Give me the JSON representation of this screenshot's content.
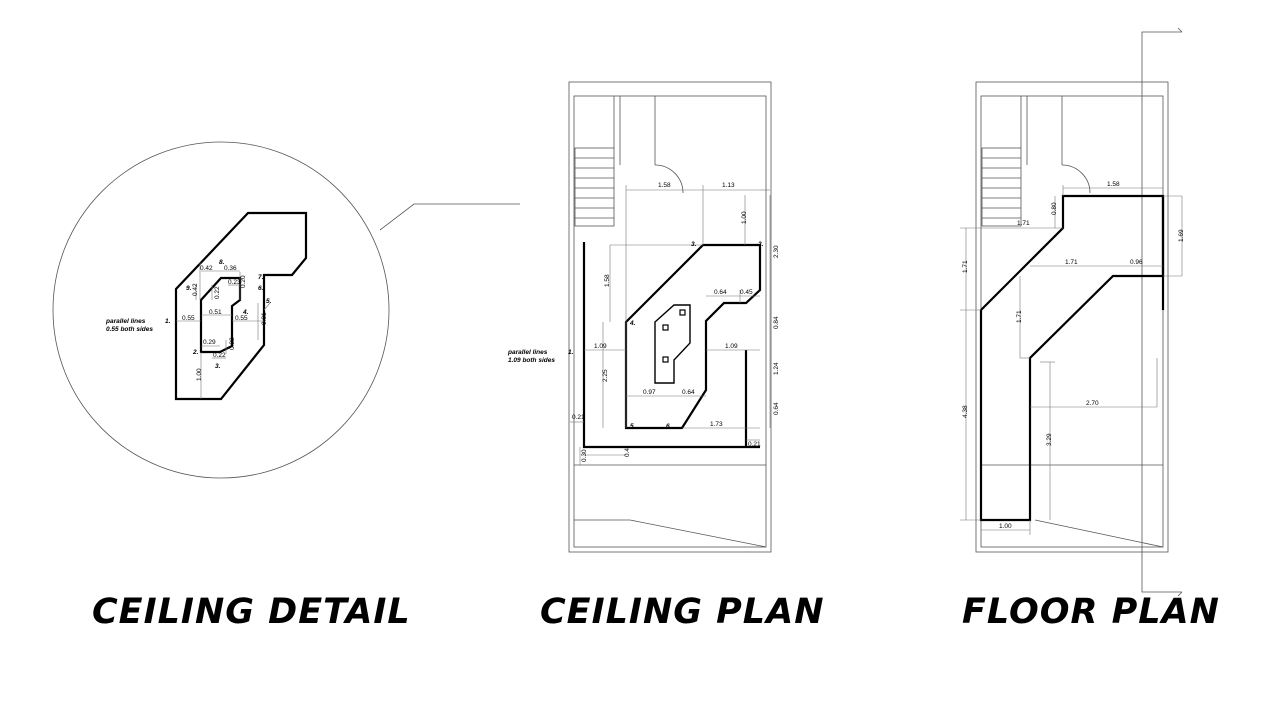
{
  "panels": {
    "ceiling_detail": {
      "caption": "CEILING DETAIL",
      "note_line1": "parallel lines",
      "note_line2": "0.55 both sides",
      "dims": {
        "d042": "0.42",
        "d036": "0.36",
        "d023": "0.23",
        "d020": "0.20",
        "d022a": "0.22",
        "d051": "0.51",
        "d055a": "0.55",
        "d055b": "0.55",
        "d081": "0.81",
        "d029": "0.29",
        "d022b": "0.22",
        "d022c": "0.22",
        "d100": "1.00",
        "d042v": "0.42"
      },
      "numbers": {
        "n1": "1.",
        "n2": "2.",
        "n3": "3.",
        "n4": "4.",
        "n5": "5.",
        "n6": "6.",
        "n7": "7.",
        "n8": "8.",
        "n9": "9."
      }
    },
    "ceiling_plan": {
      "caption": "CEILING PLAN",
      "note_line1": "parallel lines",
      "note_line2": "1.09 both sides",
      "dims": {
        "d158h": "1.58",
        "d113": "1.13",
        "d100v": "1.00",
        "d230": "2.30",
        "d158v": "1.58",
        "d064a": "0.64",
        "d045": "0.45",
        "d084": "0.84",
        "d109a": "1.09",
        "d109b": "1.09",
        "d124": "1.24",
        "d225": "2.25",
        "d097": "0.97",
        "d064b": "0.64",
        "d064c": "0.64",
        "d173": "1.73",
        "d021a": "0.21",
        "d021b": "0.21",
        "d030": "0.30",
        "d04": "0.4"
      },
      "numbers": {
        "n1": "1.",
        "n2": "2.",
        "n3": "3.",
        "n4": "4.",
        "n5": "5.",
        "n6": "6."
      }
    },
    "floor_plan": {
      "caption": "FLOOR PLAN",
      "dims": {
        "d158": "1.58",
        "d080": "0.80",
        "d171a": "1.71",
        "d169": "1.69",
        "d171b": "1.71",
        "d171c": "1.71",
        "d096": "0.96",
        "d171d": "1.71",
        "d270": "2.70",
        "d438": "4.38",
        "d329": "3.29",
        "d100": "1.00"
      }
    }
  }
}
